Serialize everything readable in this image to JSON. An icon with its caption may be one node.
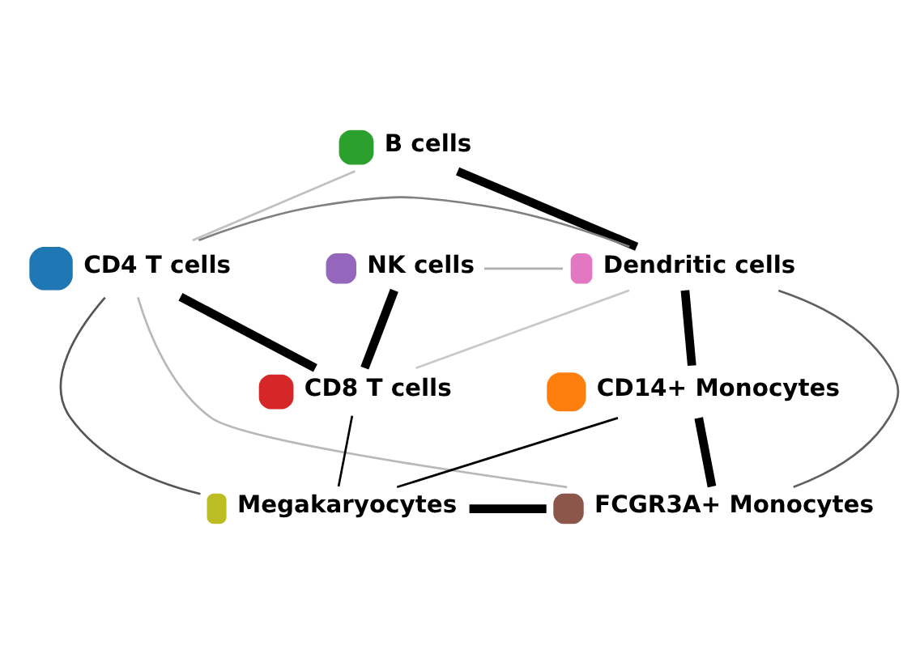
{
  "diagram": {
    "nodes": [
      {
        "text": [
          "B cells"
        ]
      },
      {
        "text": [
          "NK cells"
        ]
      },
      {
        "text": [
          "CD4 T cells"
        ]
      },
      {
        "text": [
          "Dendritic cells"
        ]
      },
      {
        "text": [
          "CD8 T cells"
        ]
      },
      {
        "text": [
          "CD14+ Monocytes"
        ]
      },
      {
        "text": [
          "Megakaryocytes"
        ]
      },
      {
        "text": [
          "FCGR3A+ Monocytes"
        ]
      }
    ],
    "edges": [
      {
        "from": 0,
        "to": 3,
        "arrow": "none",
        "style": "thick"
      },
      {
        "from": 0,
        "to": 2,
        "arrow": "none",
        "color": "#c0c0c0"
      },
      {
        "from": 1,
        "to": 4,
        "arrow": "none",
        "style": "thick"
      },
      {
        "from": 1,
        "to": 3,
        "arrow": "none",
        "color": "#b0b0b0"
      },
      {
        "from": 2,
        "to": 4,
        "arrow": "none",
        "style": "thick"
      },
      {
        "from": 2,
        "to": 3,
        "arrow": "none",
        "color": "#808080"
      },
      {
        "from": 4,
        "to": 3,
        "arrow": "none",
        "color": "#c8c8c8"
      },
      {
        "from": 4,
        "to": 6,
        "arrow": "none"
      },
      {
        "from": 2,
        "to": 6,
        "arrow": "none",
        "color": "#555555"
      },
      {
        "from": 2,
        "to": 7,
        "arrow": "none",
        "color": "#b8b8b8"
      },
      {
        "from": 3,
        "to": 5,
        "arrow": "none",
        "style": "thick"
      },
      {
        "from": 3,
        "to": 7,
        "arrow": "none",
        "color": "#606060"
      },
      {
        "from": 5,
        "to": 6,
        "arrow": "none"
      },
      {
        "from": 5,
        "to": 7,
        "arrow": "none",
        "style": "thick"
      },
      {
        "from": 6,
        "to": 7,
        "arrow": "none",
        "style": "thick"
      }
    ]
  }
}
